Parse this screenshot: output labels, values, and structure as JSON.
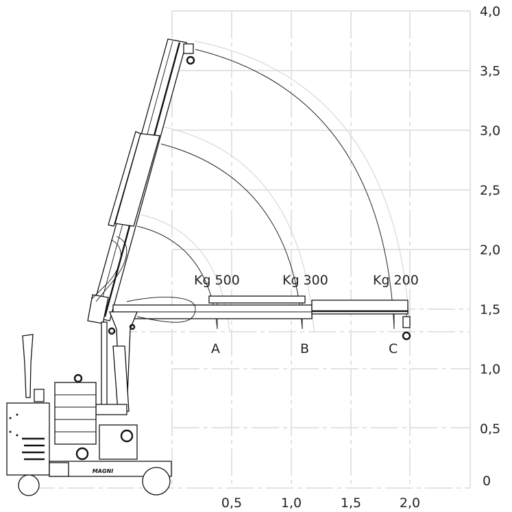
{
  "diagram": {
    "y_axis_labels": [
      "4,0",
      "3,5",
      "3,0",
      "2,5",
      "2,0",
      "1,5",
      "1,0",
      "0,5",
      "0"
    ],
    "x_axis_labels": [
      "0,5",
      "1,0",
      "1,5",
      "2,0"
    ],
    "loads": [
      {
        "label": "Kg 500",
        "point": "A"
      },
      {
        "label": "Kg 300",
        "point": "B"
      },
      {
        "label": "Kg 200",
        "point": "C"
      }
    ],
    "logo": "MAGNI"
  }
}
